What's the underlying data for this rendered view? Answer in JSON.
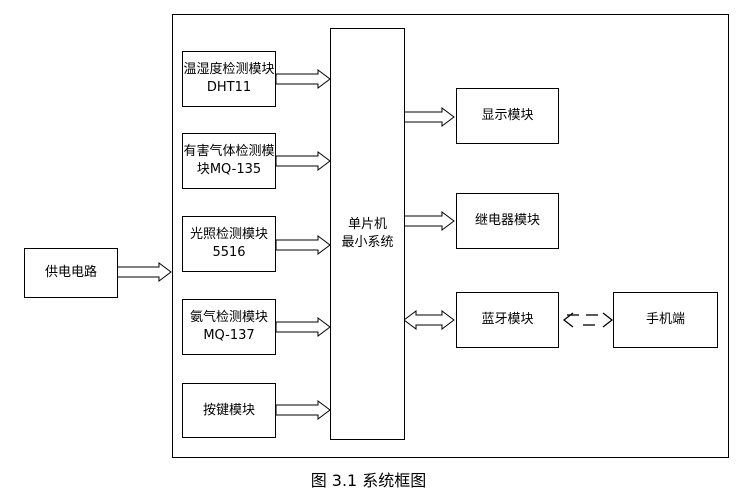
{
  "blocks": {
    "power": {
      "line1": "供电电路"
    },
    "temp": {
      "line1": "温湿度检测模块",
      "line2": "DHT11"
    },
    "gas": {
      "line1": "有害气体检测模",
      "line2": "块MQ-135"
    },
    "light": {
      "line1": "光照检测模块",
      "line2": "5516"
    },
    "ammonia": {
      "line1": "氨气检测模块",
      "line2": "MQ-137"
    },
    "keys": {
      "line1": "按键模块"
    },
    "mcu": {
      "line1": "单片机",
      "line2": "最小系统"
    },
    "display": {
      "line1": "显示模块"
    },
    "relay": {
      "line1": "继电器模块"
    },
    "bluetooth": {
      "line1": "蓝牙模块"
    },
    "phone": {
      "line1": "手机端"
    }
  },
  "caption": "图 3.1  系统框图"
}
